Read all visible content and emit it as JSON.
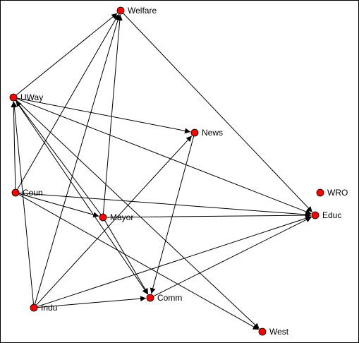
{
  "graph": {
    "node_color": "#ff0000",
    "node_outline": "#000000",
    "edge_color": "#000000",
    "nodes": [
      {
        "id": "welfare",
        "label": "Welfare"
      },
      {
        "id": "uway",
        "label": "UWay"
      },
      {
        "id": "news",
        "label": "News"
      },
      {
        "id": "coun",
        "label": "Coun"
      },
      {
        "id": "mayor",
        "label": "Mayor"
      },
      {
        "id": "wro",
        "label": "WRO"
      },
      {
        "id": "educ",
        "label": "Educ"
      },
      {
        "id": "indu",
        "label": "Indu"
      },
      {
        "id": "comm",
        "label": "Comm"
      },
      {
        "id": "west",
        "label": "West"
      }
    ],
    "edges": [
      {
        "from": "uway",
        "to": "welfare"
      },
      {
        "from": "uway",
        "to": "news"
      },
      {
        "from": "uway",
        "to": "educ"
      },
      {
        "from": "uway",
        "to": "comm"
      },
      {
        "from": "uway",
        "to": "west"
      },
      {
        "from": "welfare",
        "to": "educ"
      },
      {
        "from": "coun",
        "to": "welfare"
      },
      {
        "from": "coun",
        "to": "uway"
      },
      {
        "from": "coun",
        "to": "mayor"
      },
      {
        "from": "coun",
        "to": "educ"
      },
      {
        "from": "coun",
        "to": "west"
      },
      {
        "from": "mayor",
        "to": "welfare"
      },
      {
        "from": "mayor",
        "to": "uway"
      },
      {
        "from": "mayor",
        "to": "educ"
      },
      {
        "from": "mayor",
        "to": "comm"
      },
      {
        "from": "news",
        "to": "comm"
      },
      {
        "from": "indu",
        "to": "welfare"
      },
      {
        "from": "indu",
        "to": "uway"
      },
      {
        "from": "indu",
        "to": "news"
      },
      {
        "from": "indu",
        "to": "educ"
      },
      {
        "from": "indu",
        "to": "comm"
      },
      {
        "from": "comm",
        "to": "educ"
      }
    ]
  }
}
